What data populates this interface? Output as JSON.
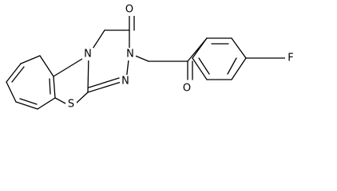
{
  "atoms": {
    "o_top": "O",
    "o_ketone": "O",
    "f_para": "F",
    "n_ring": "N",
    "n_triazine": "N",
    "n_imine": "N",
    "s_thiazole": "S"
  }
}
